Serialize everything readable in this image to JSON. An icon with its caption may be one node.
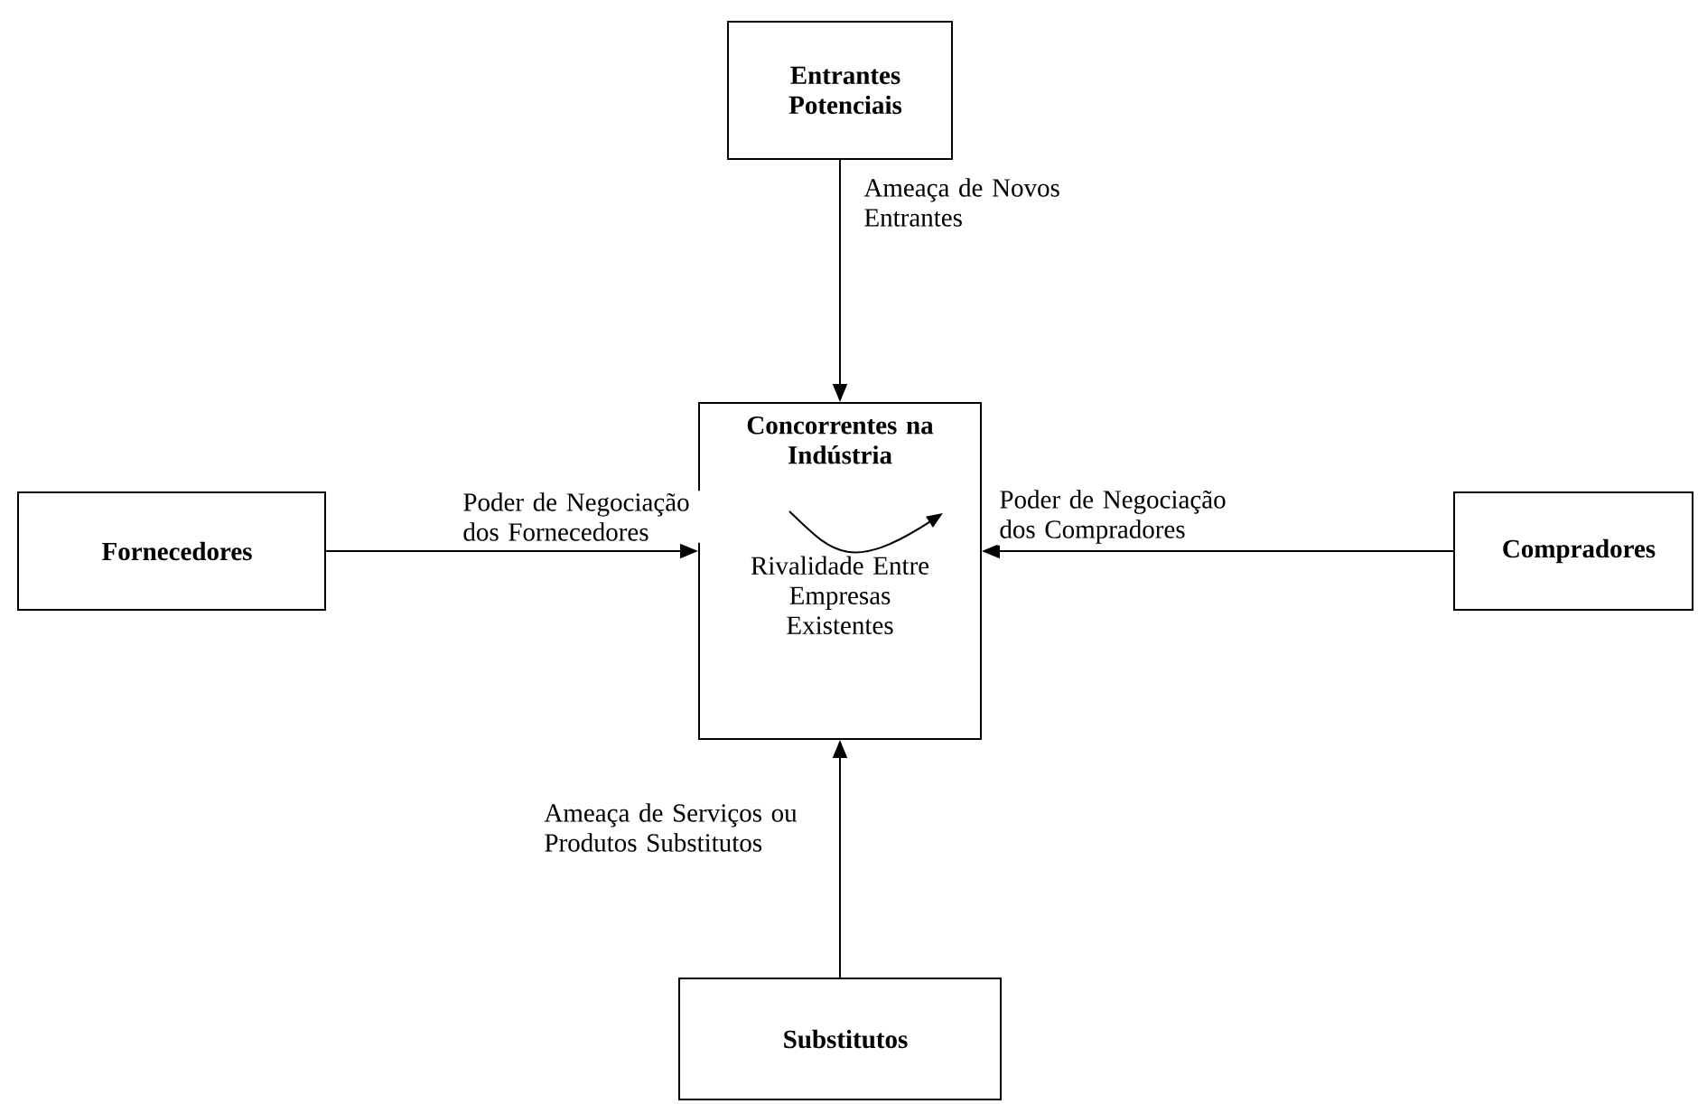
{
  "diagram": {
    "nodes": [
      {
        "text": [
          "Entrantes Potenciais"
        ]
      },
      {
        "text": [
          "Concorrentes na Indústria",
          "Rivalidade Entre Empresas Existentes"
        ]
      },
      {
        "text": [
          "Fornecedores"
        ]
      },
      {
        "text": [
          "Compradores"
        ]
      },
      {
        "text": [
          "Substitutos"
        ]
      }
    ],
    "edges": [
      {
        "from": 0,
        "to": 1,
        "arrow": "to",
        "label": "Ameaça de Novos Entrantes"
      },
      {
        "from": 2,
        "to": 1,
        "arrow": "to",
        "label": "Poder de Negociação dos Fornecedores"
      },
      {
        "from": 3,
        "to": 1,
        "arrow": "to",
        "label": "Poder de Negociação dos Compradores"
      },
      {
        "from": 4,
        "to": 1,
        "arrow": "to",
        "label": "Ameaça de Serviços ou Produtos Substitutos"
      }
    ]
  }
}
